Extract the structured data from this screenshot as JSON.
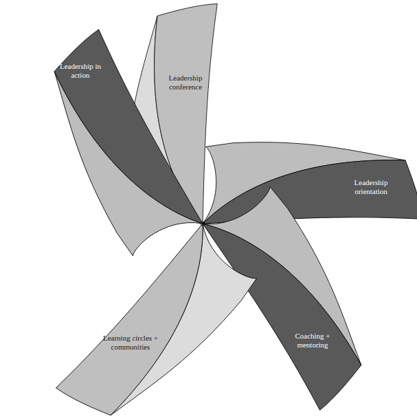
{
  "diagram": {
    "nodes": [
      {
        "text": [
          "Leadership conference"
        ]
      },
      {
        "text": [
          "Leadership orientation"
        ]
      },
      {
        "text": [
          "Coaching + mentoring"
        ]
      },
      {
        "text": [
          "Learning circles + communities"
        ]
      },
      {
        "text": [
          "Leadership in action"
        ]
      }
    ]
  }
}
